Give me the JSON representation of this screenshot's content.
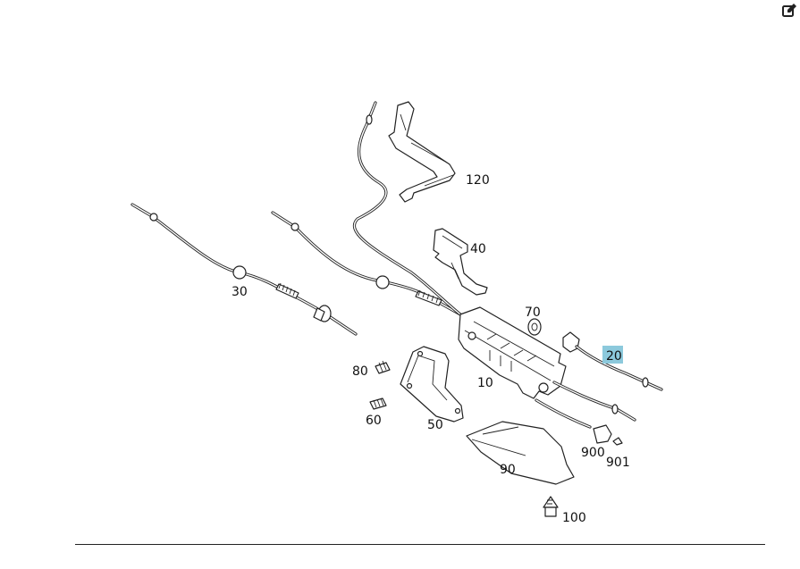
{
  "toolbar": {
    "edit_icon": "edit-icon"
  },
  "labels": {
    "p10": "10",
    "p20": "20",
    "p30": "30",
    "p40": "40",
    "p50": "50",
    "p60": "60",
    "p70": "70",
    "p80": "80",
    "p90": "90",
    "p100": "100",
    "p120": "120",
    "p900": "900",
    "p901": "901"
  },
  "colors": {
    "highlight": "#8cc9dc"
  }
}
